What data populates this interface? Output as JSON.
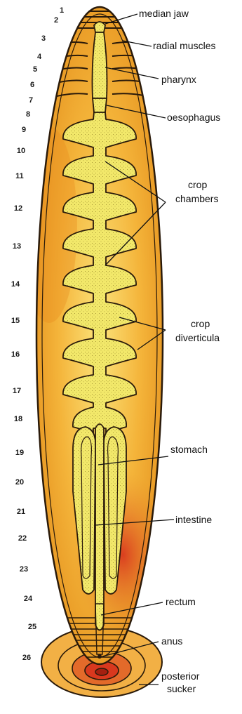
{
  "diagram": {
    "segments": [
      "1",
      "2",
      "3",
      "4",
      "5",
      "6",
      "7",
      "8",
      "9",
      "10",
      "11",
      "12",
      "13",
      "14",
      "15",
      "16",
      "17",
      "18",
      "19",
      "20",
      "21",
      "22",
      "23",
      "24",
      "25",
      "26"
    ],
    "labels": {
      "median_jaw": "median jaw",
      "radial_muscles": "radial muscles",
      "pharynx": "pharynx",
      "oesophagus": "oesophagus",
      "crop_chambers_1": "crop",
      "crop_chambers_2": "chambers",
      "crop_diverticula_1": "crop",
      "crop_diverticula_2": "diverticula",
      "stomach": "stomach",
      "intestine": "intestine",
      "rectum": "rectum",
      "anus": "anus",
      "posterior_sucker_1": "posterior",
      "posterior_sucker_2": "sucker"
    },
    "colors": {
      "body_outer": "#e9a021",
      "body_inner": "#f6c83a",
      "body_red": "#d9381e",
      "gut": "#f3ea6a",
      "outline": "#2a1a0a"
    }
  }
}
